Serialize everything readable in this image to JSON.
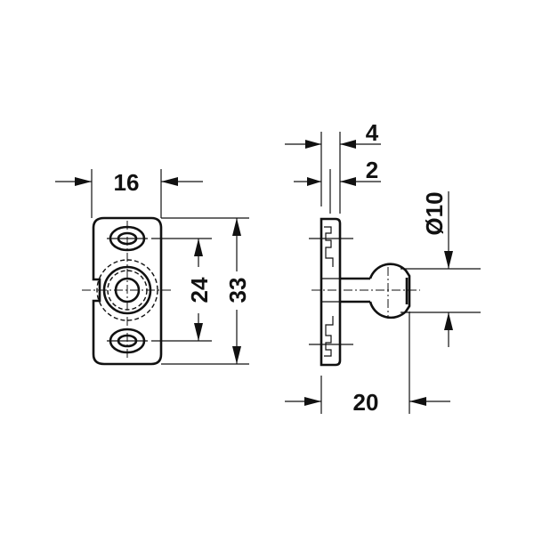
{
  "drawing": {
    "front_view": {
      "width_label": "16",
      "hole_spacing_label": "24",
      "height_label": "33"
    },
    "side_view": {
      "plate_thickness_label": "4",
      "offset_label": "2",
      "ball_diameter_label": "Ø10",
      "projection_label": "20"
    },
    "colors": {
      "line": "#111111",
      "background": "#ffffff"
    }
  }
}
